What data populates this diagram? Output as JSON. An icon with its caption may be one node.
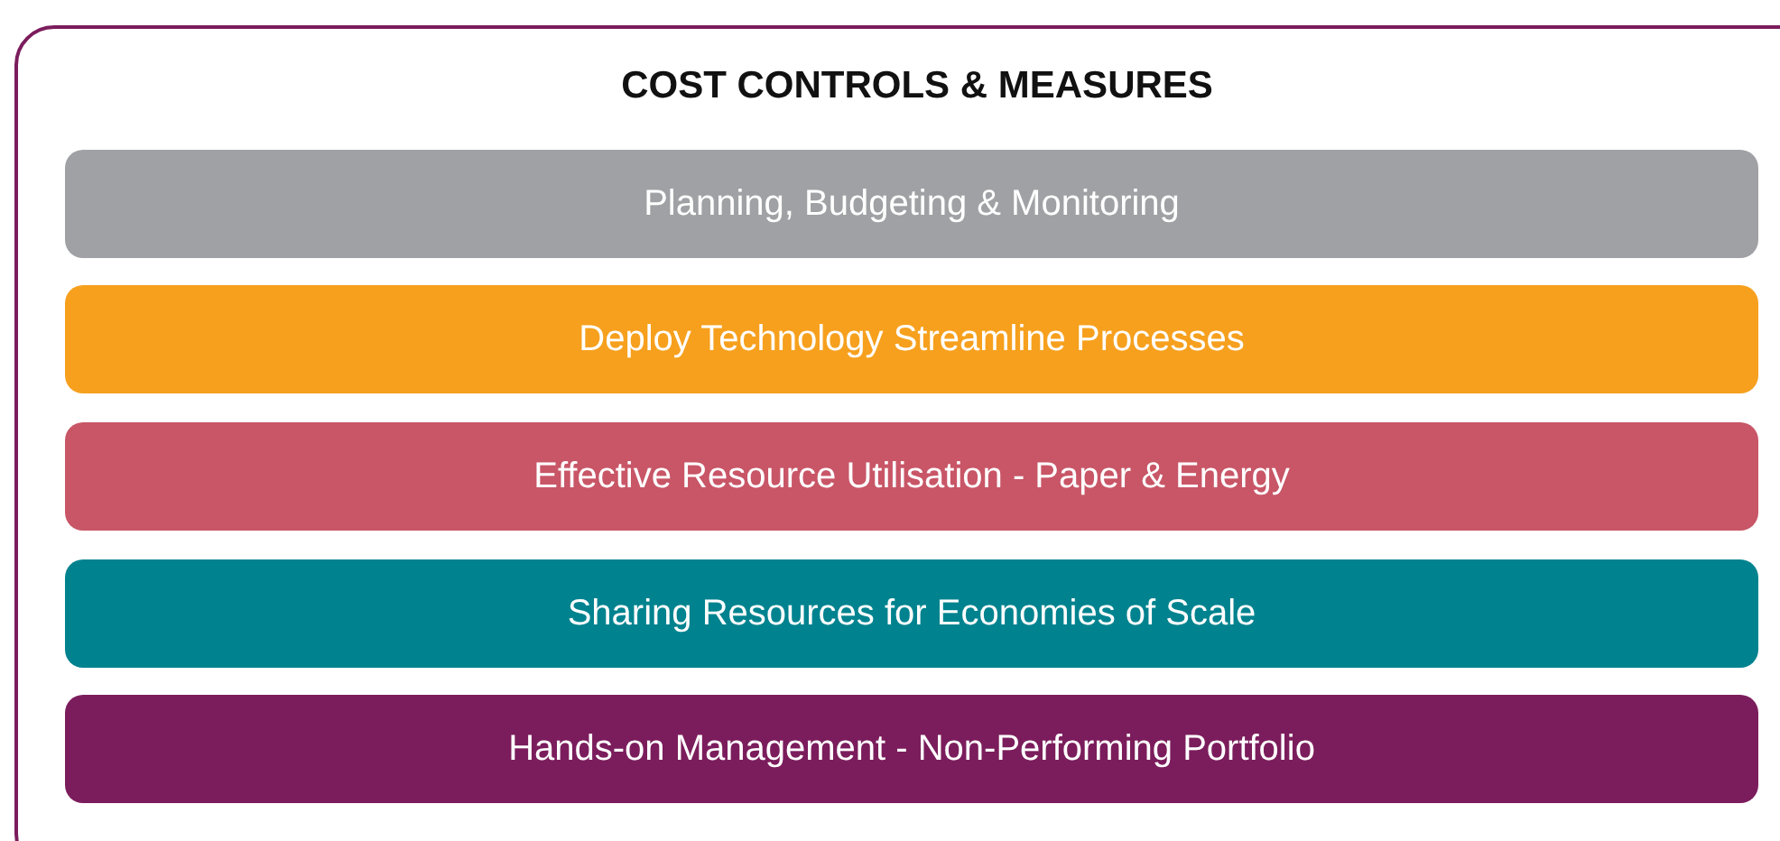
{
  "diagram": {
    "nodes": [
      {
        "text": [
          "COST CONTROLS & MEASURES"
        ]
      },
      {
        "text": [
          "Planning, Budgeting & Monitoring"
        ],
        "in": 0
      },
      {
        "text": [
          "Deploy Technology Streamline Processes"
        ],
        "in": 0
      },
      {
        "text": [
          "Effective Resource Utilisation - Paper & Energy"
        ],
        "in": 0
      },
      {
        "text": [
          "Sharing Resources for Economies of Scale"
        ],
        "in": 0
      },
      {
        "text": [
          "Hands-on Management - Non-Performing Portfolio"
        ],
        "in": 0
      }
    ]
  }
}
